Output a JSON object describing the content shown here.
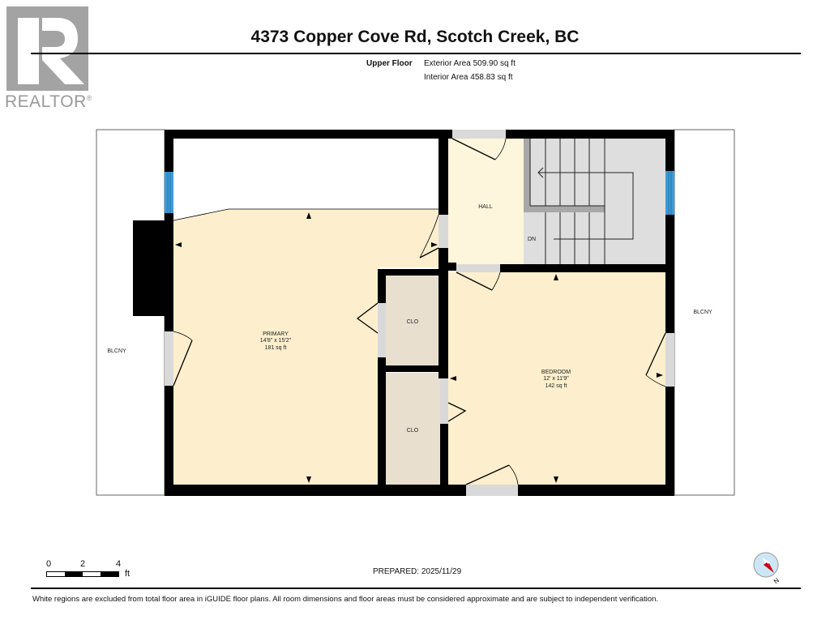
{
  "logo": {
    "text": "REALTOR",
    "mark": "®"
  },
  "header": {
    "title": "4373 Copper Cove Rd, Scotch Creek, BC",
    "floor_label": "Upper Floor",
    "exterior_area": "Exterior Area 509.90 sq ft",
    "interior_area": "Interior Area 458.83 sq ft"
  },
  "rooms": {
    "primary": {
      "name": "PRIMARY",
      "dims": "14'8\" x 15'2\"",
      "area": "181 sq ft"
    },
    "bedroom": {
      "name": "BEDROOM",
      "dims": "12' x 11'9\"",
      "area": "142 sq ft"
    },
    "hall": {
      "name": "HALL"
    },
    "stairs": {
      "label": "DN"
    },
    "closet_upper": {
      "name": "CLO"
    },
    "closet_lower": {
      "name": "CLO"
    },
    "balcony_left": {
      "name": "BLCNY"
    },
    "balcony_right": {
      "name": "BLCNY"
    }
  },
  "colors": {
    "room_fill": "#fdefcd",
    "hall_fill": "#fdf5dc",
    "closet_fill": "#e8dfcf",
    "stair_fill": "#dedede",
    "window": "#3b9bd8",
    "wall": "#000000",
    "door_opening": "#d9d9d9"
  },
  "scale": {
    "ticks": [
      "0",
      "2",
      "4"
    ],
    "unit": "ft"
  },
  "footer": {
    "prepared": "PREPARED: 2025/11/29",
    "disclaimer": "White regions are excluded from total floor area in iGUIDE floor plans. All room dimensions and floor areas must be considered approximate and are subject to independent verification."
  },
  "compass": {
    "label": "N"
  }
}
